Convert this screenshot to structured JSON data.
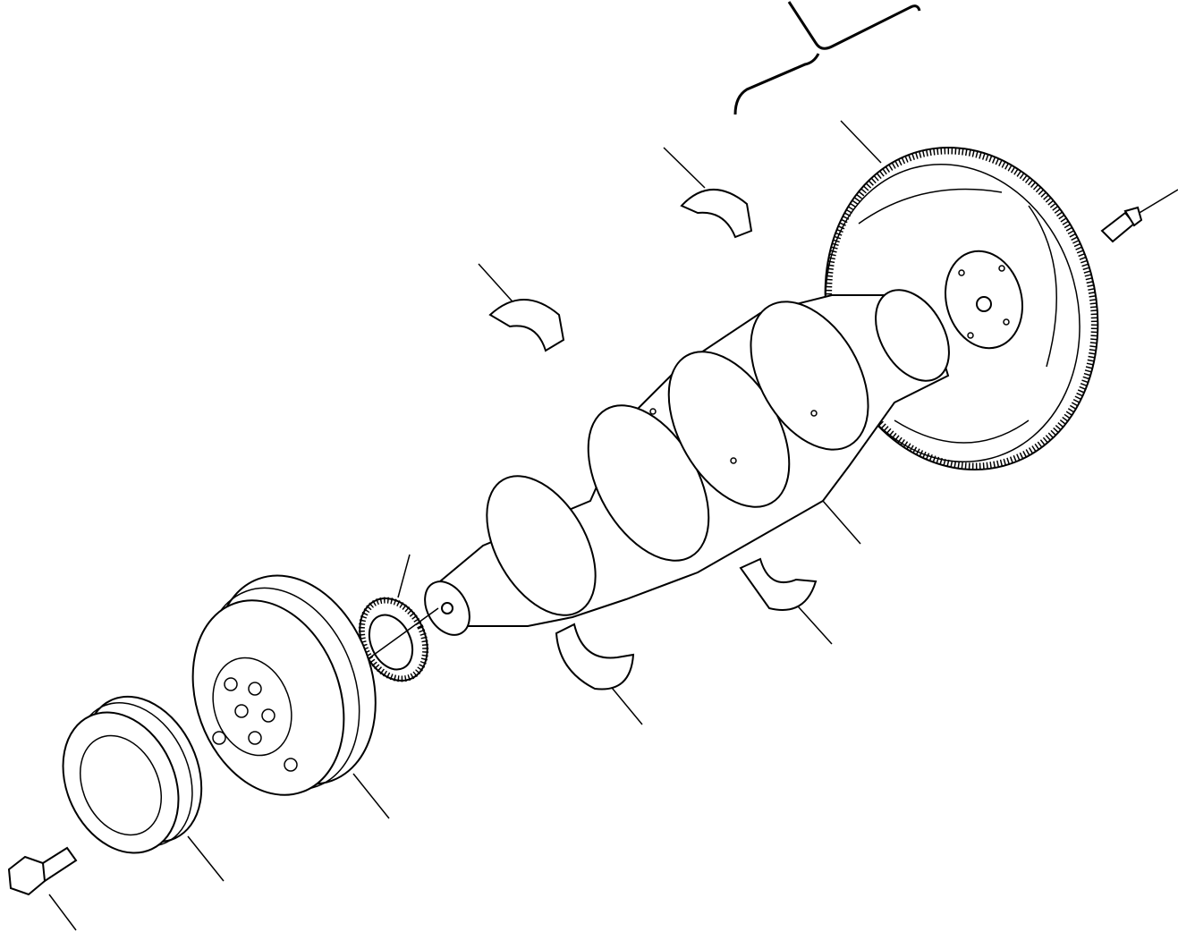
{
  "diagram": {
    "colors": {
      "line": "#000000",
      "background": "#ffffff"
    },
    "parts": [
      "flywheel",
      "flywheel-bolt",
      "crankshaft",
      "main-bearing-shell",
      "crankshaft-gear",
      "vibration-damper",
      "pulley",
      "pulley-bolt"
    ]
  }
}
